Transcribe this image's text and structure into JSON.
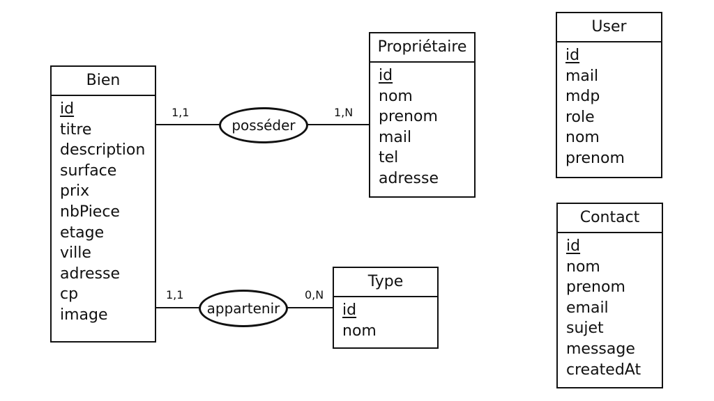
{
  "entities": {
    "bien": {
      "title": "Bien",
      "attributes": [
        {
          "name": "id",
          "key": true
        },
        {
          "name": "titre"
        },
        {
          "name": "description"
        },
        {
          "name": "surface"
        },
        {
          "name": "prix"
        },
        {
          "name": "nbPiece"
        },
        {
          "name": "etage"
        },
        {
          "name": "ville"
        },
        {
          "name": "adresse"
        },
        {
          "name": "cp"
        },
        {
          "name": "image"
        }
      ]
    },
    "proprietaire": {
      "title": "Propriétaire",
      "attributes": [
        {
          "name": "id",
          "key": true
        },
        {
          "name": "nom"
        },
        {
          "name": "prenom"
        },
        {
          "name": "mail"
        },
        {
          "name": "tel"
        },
        {
          "name": "adresse"
        }
      ]
    },
    "type": {
      "title": "Type",
      "attributes": [
        {
          "name": "id",
          "key": true
        },
        {
          "name": "nom"
        }
      ]
    },
    "user": {
      "title": "User",
      "attributes": [
        {
          "name": "id",
          "key": true
        },
        {
          "name": "mail"
        },
        {
          "name": "mdp"
        },
        {
          "name": "role"
        },
        {
          "name": "nom"
        },
        {
          "name": "prenom"
        }
      ]
    },
    "contact": {
      "title": "Contact",
      "attributes": [
        {
          "name": "id",
          "key": true
        },
        {
          "name": "nom"
        },
        {
          "name": "prenom"
        },
        {
          "name": "email"
        },
        {
          "name": "sujet"
        },
        {
          "name": "message"
        },
        {
          "name": "createdAt"
        }
      ]
    }
  },
  "relations": {
    "posseder": {
      "label": "posséder",
      "card_left": "1,1",
      "card_right": "1,N"
    },
    "appartenir": {
      "label": "appartenir",
      "card_left": "1,1",
      "card_right": "0,N"
    }
  }
}
